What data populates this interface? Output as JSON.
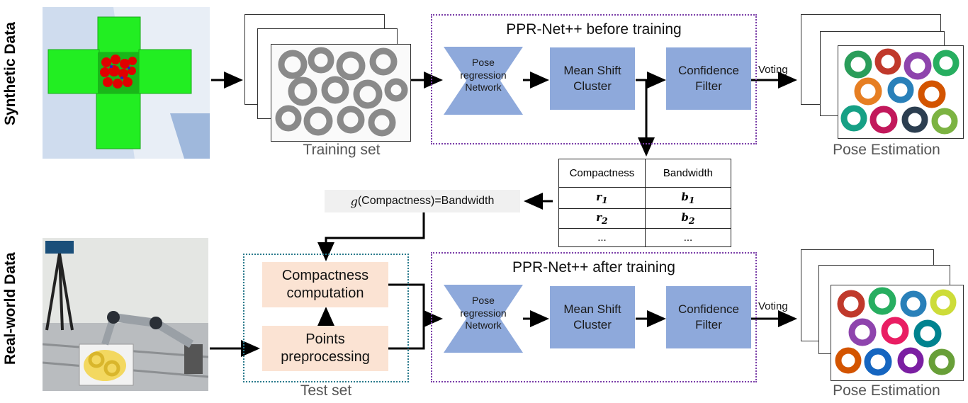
{
  "row_labels": {
    "top": "Synthetic Data",
    "bottom": "Real-world Data"
  },
  "captions": {
    "training_set": "Training set",
    "test_set": "Test set",
    "pose_top": "Pose Estimation",
    "pose_bottom": "Pose Estimation"
  },
  "stages": {
    "before": {
      "title": "PPR-Net++  before training"
    },
    "after": {
      "title": "PPR-Net++ after training"
    }
  },
  "blocks": {
    "pose_net": "Pose regression Network",
    "mean_shift": "Mean Shift Cluster",
    "confidence": "Confidence Filter"
  },
  "voting": "Voting",
  "function_label": "(Compactness)=Bandwidth",
  "function_symbol": "g",
  "param_table": {
    "headers": [
      "Compactness",
      "Bandwidth"
    ],
    "rows": [
      {
        "c": "r",
        "c_sub": "1",
        "b": "b",
        "b_sub": "1"
      },
      {
        "c": "r",
        "c_sub": "2",
        "b": "b",
        "b_sub": "2"
      },
      {
        "c": "...",
        "c_sub": "",
        "b": "...",
        "b_sub": ""
      }
    ]
  },
  "test_steps": {
    "compactness": "Compactness computation",
    "preprocess": "Points preprocessing"
  },
  "colors": {
    "block_blue": "#8ea9db",
    "peach": "#fbe3d3",
    "purple_border": "#7a3ea8",
    "teal_border": "#2a7a8c",
    "bin_green": "#22ee22"
  }
}
